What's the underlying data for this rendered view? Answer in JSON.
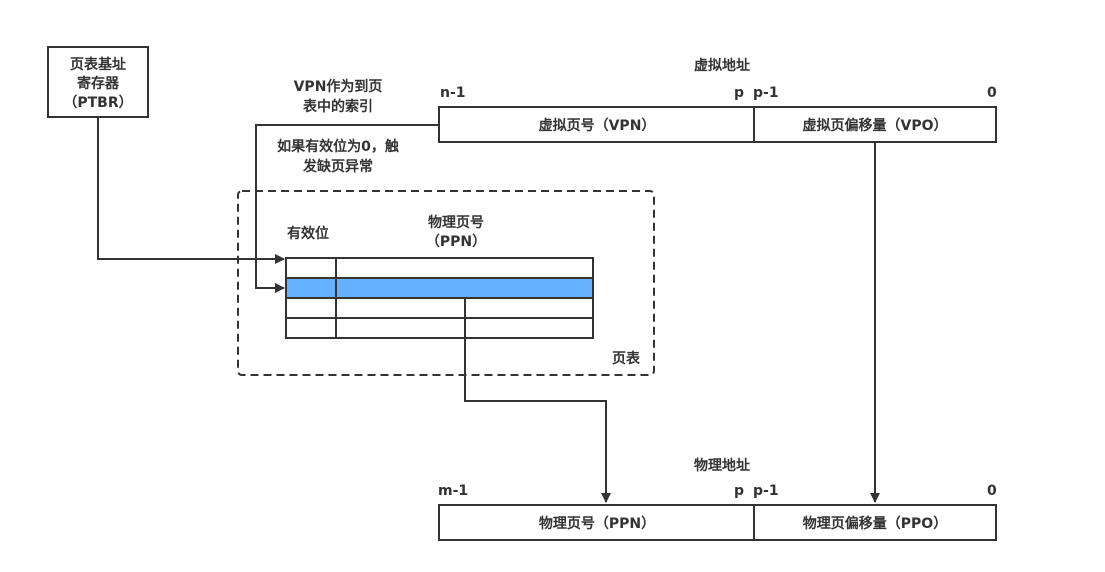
{
  "ptbr": {
    "line1": "页表基址",
    "line2": "寄存器",
    "line3": "（PTBR）"
  },
  "vpn_index_note": {
    "line1": "VPN作为到页",
    "line2": "表中的索引"
  },
  "fault_note": {
    "line1": "如果有效位为0，触",
    "line2": "发缺页异常"
  },
  "virtual_address": {
    "title": "虚拟地址",
    "bit_high": "n-1",
    "bit_p": "p",
    "bit_p_minus_1": "p-1",
    "bit_zero": "0",
    "vpn_label": "虚拟页号（VPN）",
    "vpo_label": "虚拟页偏移量（VPO）"
  },
  "page_table": {
    "title": "页表",
    "valid_header": "有效位",
    "ppn_header_line1": "物理页号",
    "ppn_header_line2": "（PPN）",
    "rows": 4,
    "highlighted_row": 2,
    "highlight_color": "#66b1ff"
  },
  "physical_address": {
    "title": "物理地址",
    "bit_high": "m-1",
    "bit_p": "p",
    "bit_p_minus_1": "p-1",
    "bit_zero": "0",
    "ppn_label": "物理页号（PPN）",
    "ppo_label": "物理页偏移量（PPO）"
  }
}
